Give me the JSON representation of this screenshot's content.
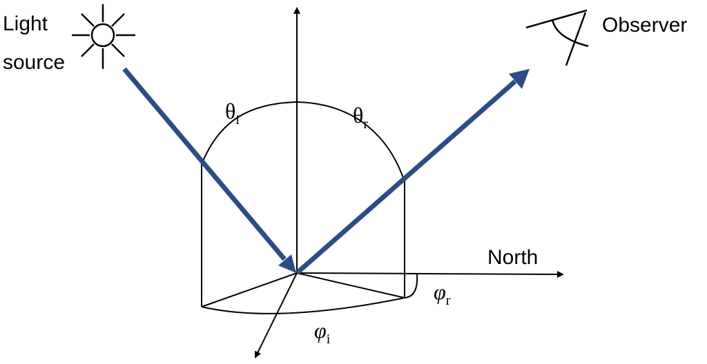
{
  "labels": {
    "light_source_line1": "Light",
    "light_source_line2": "source",
    "observer": "Observer",
    "north": "North",
    "theta_i": "θ",
    "theta_i_sub": "i",
    "theta_r": "θ",
    "theta_r_sub": "r",
    "phi_i": "φ",
    "phi_i_sub": "i",
    "phi_r": "φ",
    "phi_r_sub": "r"
  },
  "colors": {
    "ray": "#2b4d82",
    "line": "#000000"
  },
  "icons": {
    "light_source": "sun-icon",
    "observer": "eye-icon"
  }
}
